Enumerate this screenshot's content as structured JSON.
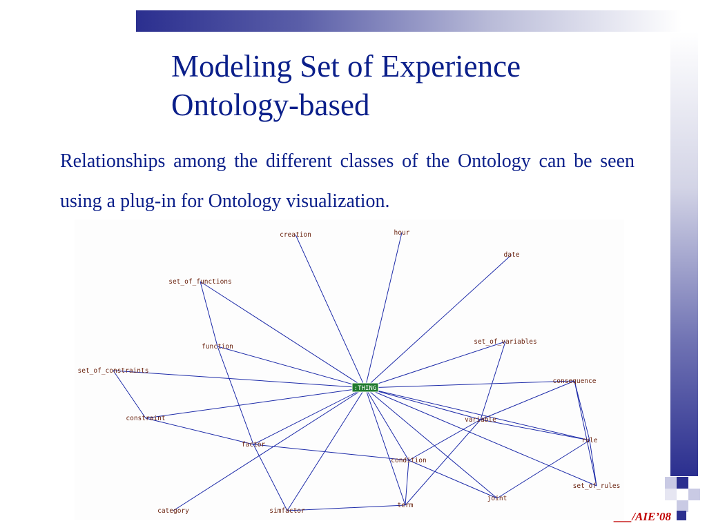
{
  "slide": {
    "title_line1": "Modeling Set of Experience",
    "title_line2": "Ontology-based",
    "body": "Relationships among the different classes of the Ontology can be seen using a plug-in for Ontology visualization.",
    "footer": "___/AIE’08"
  },
  "colors": {
    "title": "#0b1f8a",
    "edge": "#1c2aa8",
    "node_text": "#6b2410",
    "root_fill": "#1f7a2e",
    "footer": "#c00000"
  },
  "graph": {
    "root": ":THING",
    "nodes": [
      "creation",
      "hour",
      "date",
      "set_of_functions",
      "set_of_variables",
      "function",
      "set_of_constraints",
      "consequence",
      "constraint",
      "variable",
      "rule",
      "factor",
      "condition",
      "set_of_rules",
      "joint",
      "category",
      "simfactor",
      "term"
    ],
    "edges": [
      [
        ":THING",
        "creation"
      ],
      [
        ":THING",
        "hour"
      ],
      [
        ":THING",
        "date"
      ],
      [
        ":THING",
        "set_of_functions"
      ],
      [
        ":THING",
        "set_of_variables"
      ],
      [
        ":THING",
        "function"
      ],
      [
        ":THING",
        "set_of_constraints"
      ],
      [
        ":THING",
        "consequence"
      ],
      [
        ":THING",
        "constraint"
      ],
      [
        ":THING",
        "variable"
      ],
      [
        ":THING",
        "rule"
      ],
      [
        ":THING",
        "factor"
      ],
      [
        ":THING",
        "condition"
      ],
      [
        ":THING",
        "set_of_rules"
      ],
      [
        ":THING",
        "joint"
      ],
      [
        ":THING",
        "category"
      ],
      [
        ":THING",
        "simfactor"
      ],
      [
        ":THING",
        "term"
      ],
      [
        "set_of_functions",
        "function"
      ],
      [
        "function",
        "factor"
      ],
      [
        "set_of_constraints",
        "constraint"
      ],
      [
        "constraint",
        "factor"
      ],
      [
        "factor",
        "simfactor"
      ],
      [
        "factor",
        "condition"
      ],
      [
        "set_of_variables",
        "variable"
      ],
      [
        "variable",
        "consequence"
      ],
      [
        "variable",
        "rule"
      ],
      [
        "variable",
        "condition"
      ],
      [
        "variable",
        "term"
      ],
      [
        "consequence",
        "rule"
      ],
      [
        "consequence",
        "set_of_rules"
      ],
      [
        "rule",
        "set_of_rules"
      ],
      [
        "rule",
        "joint"
      ],
      [
        "condition",
        "term"
      ],
      [
        "condition",
        "joint"
      ],
      [
        "simfactor",
        "term"
      ]
    ]
  }
}
